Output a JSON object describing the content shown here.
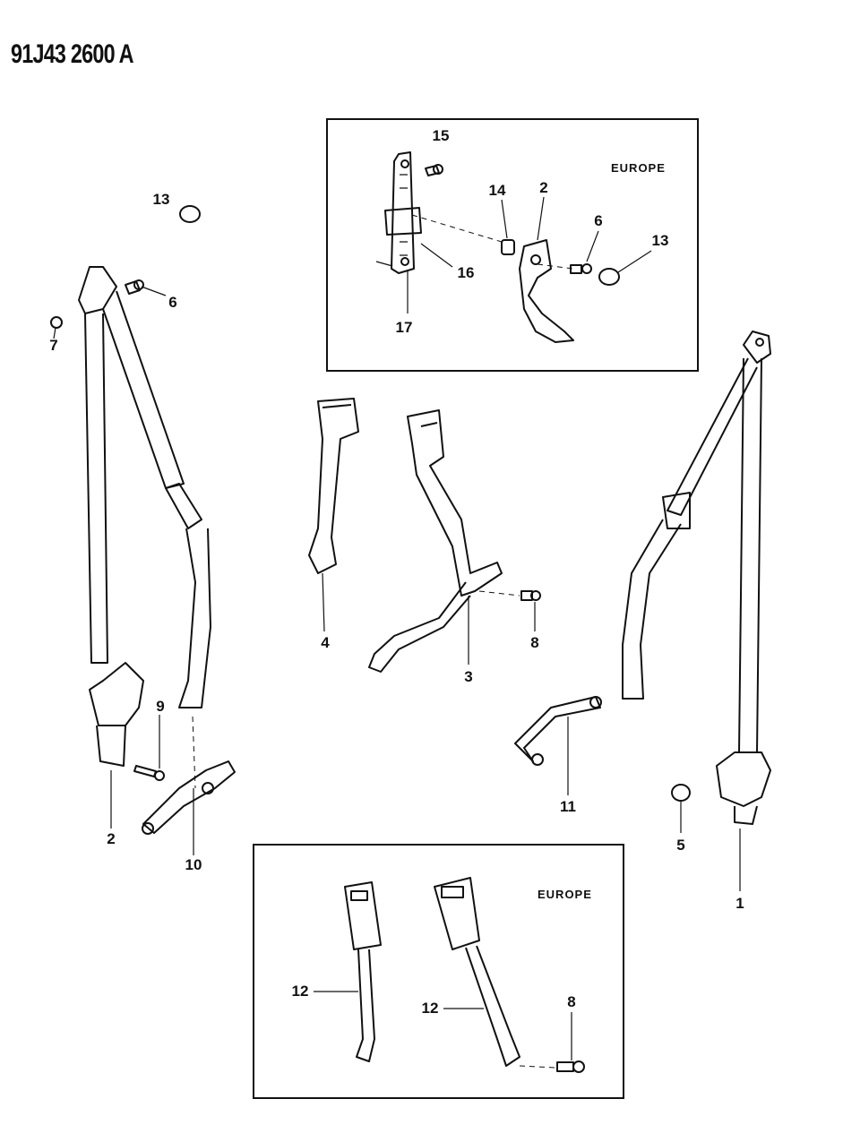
{
  "header": {
    "diagram_code": "91J43 2600 A"
  },
  "insets": {
    "top": {
      "region_label": "EUROPE"
    },
    "bottom": {
      "region_label": "EUROPE"
    }
  },
  "callouts": {
    "top_inset": [
      "15",
      "14",
      "2",
      "6",
      "13",
      "16",
      "17"
    ],
    "left_assembly": [
      "13",
      "6",
      "7",
      "9",
      "2",
      "10"
    ],
    "center": [
      "4",
      "3",
      "8"
    ],
    "right_assembly": [
      "11",
      "5",
      "1"
    ],
    "bottom_inset": [
      "12",
      "12",
      "8"
    ]
  }
}
